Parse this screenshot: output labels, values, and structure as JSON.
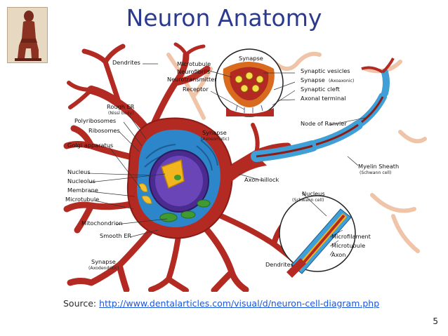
{
  "slide": {
    "title": "Neuron Anatomy",
    "page_number": "5"
  },
  "source": {
    "label": "Source:",
    "url": "http://www.dentalarticles.com/visual/d/neuron-cell-diagram.php"
  },
  "diagram": {
    "labels": {
      "dendrites_top": "Dendrites",
      "microtubule_top": "Microtubule",
      "neurofibrils": "Neurofibrils",
      "neurotransmitter": "Neurotransmitter",
      "receptor": "Receptor",
      "synapse_inset_title": "Synapse",
      "synaptic_vesicles": "Synaptic vesicles",
      "synapse_axoaxonic": "Synapse",
      "synapse_axoaxonic_sub": "(Axoaxonic)",
      "synaptic_cleft": "Synaptic cleft",
      "axonal_terminal": "Axonal terminal",
      "node_of_ranvier": "Node of Ranvier",
      "rough_er": "Rough ER",
      "rough_er_sub": "(Nissl body)",
      "polyribosomes": "Polyribosomes",
      "ribosomes": "Ribosomes",
      "golgi_apparatus": "Golgi apparatus",
      "synapse_axosomatic": "Synapse",
      "synapse_axosomatic_sub": "(Axosomatic)",
      "myelin_sheath": "Myelin Sheath",
      "myelin_sheath_sub": "(Schwann cell)",
      "nucleus": "Nucleus",
      "nucleolus": "Nucleolus",
      "membrane": "Membrane",
      "microtubule_left": "Microtubule",
      "axon_hillock": "Axon hillock",
      "nucleus_schwann": "Nucleus",
      "nucleus_schwann_sub": "(Schwann cell)",
      "mitochondrion": "Mitochondrion",
      "smooth_er": "Smooth ER",
      "microfilament": "Microfilament",
      "microtubule_inset": "Microtubule",
      "axon": "Axon",
      "synapse_axodendritic": "Synapse",
      "synapse_axodendritic_sub": "(Axodendritic)",
      "dendrites_bottom": "Dendrites"
    },
    "colors": {
      "neuron_body": "#b32a22",
      "neuron_dark": "#8c1c16",
      "cytoplasm": "#2c86c9",
      "nucleus": "#4b2b8f",
      "nucleolus": "#f2b51d",
      "golgi": "#f3c12f",
      "mitochondria": "#3f9a2f",
      "myelin": "#3f9fd6",
      "dendrite_pale": "#efc4a8",
      "title": "#2b3a8f",
      "link": "#1a56db"
    }
  }
}
